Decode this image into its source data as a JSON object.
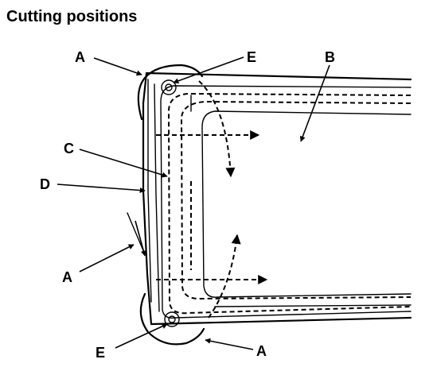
{
  "title": "Cutting positions",
  "callouts": {
    "a": "A",
    "b": "B",
    "c": "C",
    "d": "D",
    "e": "E"
  }
}
